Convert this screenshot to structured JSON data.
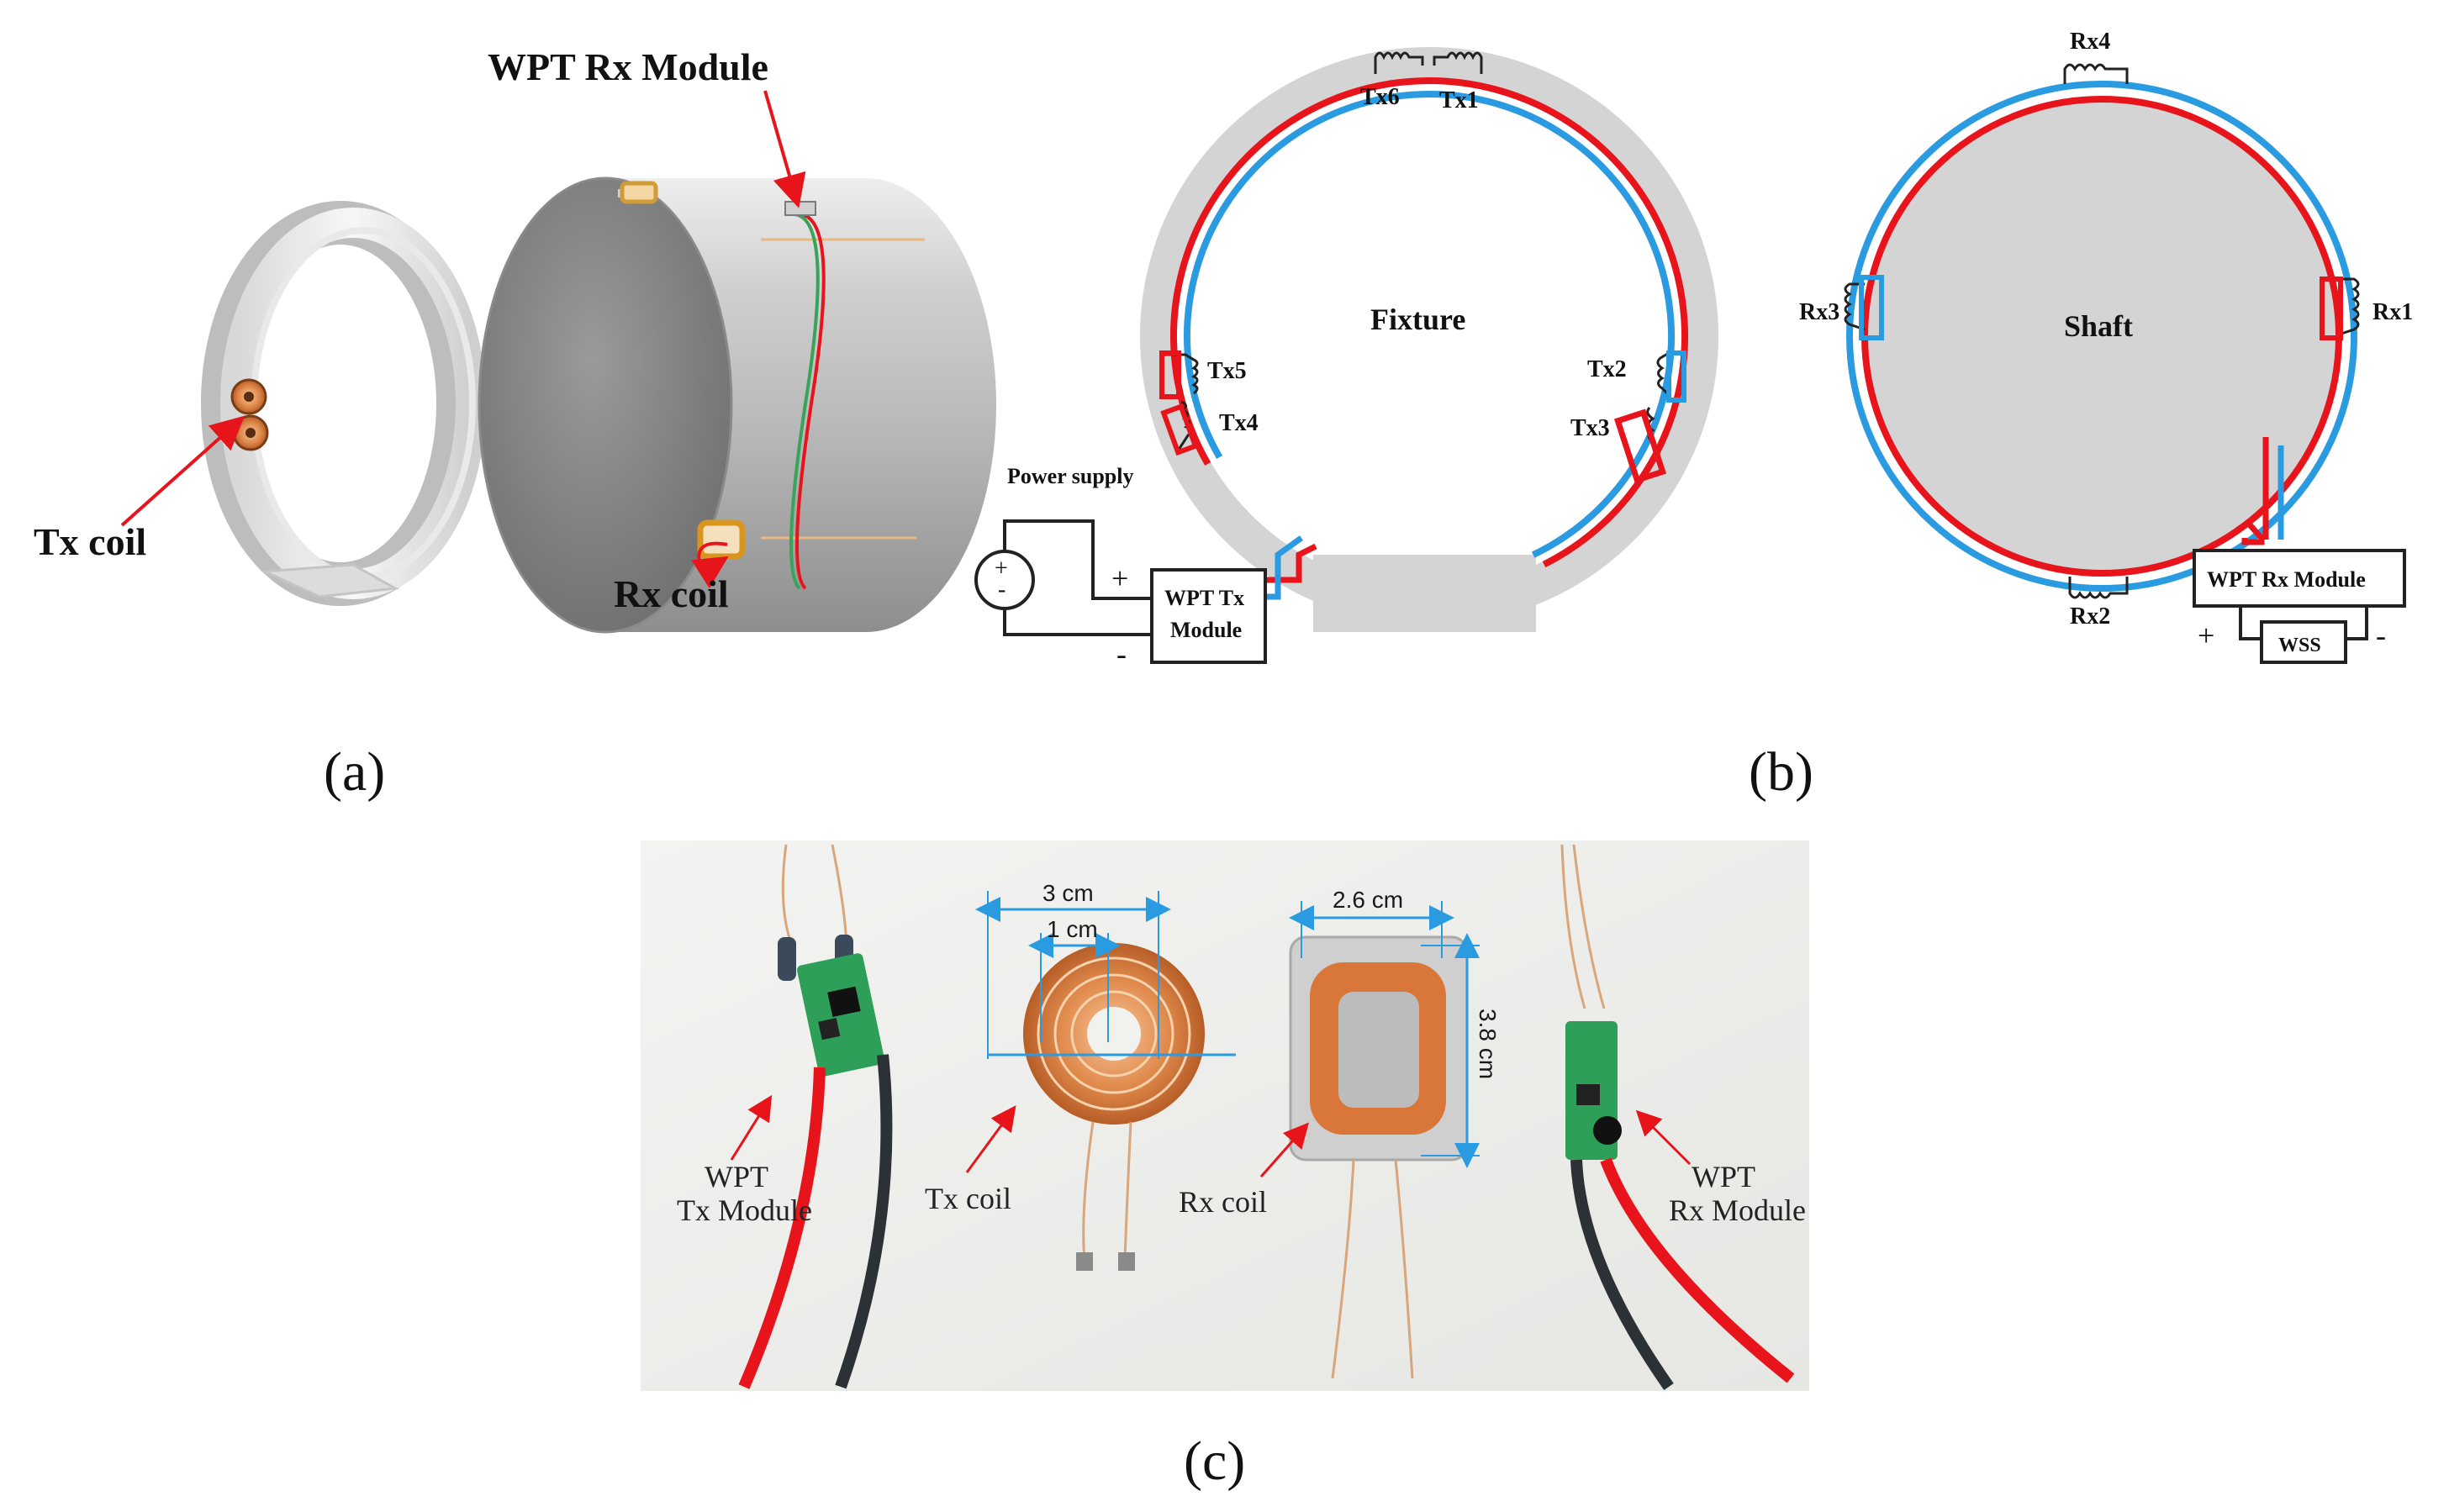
{
  "panel_a": {
    "caption": "(a)",
    "labels": {
      "tx_coil": "Tx coil",
      "rx_coil": "Rx coil",
      "wpt_rx_module": "WPT Rx Module"
    }
  },
  "panel_b": {
    "caption": "(b)",
    "fixture": {
      "center_label": "Fixture",
      "power_supply": "Power supply",
      "tx_module_line1": "WPT Tx",
      "tx_module_line2": "Module",
      "plus": "+",
      "minus": "-",
      "tx_coils": [
        "Tx1",
        "Tx2",
        "Tx3",
        "Tx4",
        "Tx5",
        "Tx6"
      ]
    },
    "shaft": {
      "center_label": "Shaft",
      "rx_module": "WPT Rx Module",
      "sensor": "WSS",
      "plus": "+",
      "minus": "-",
      "rx_coils": [
        "Rx1",
        "Rx2",
        "Rx3",
        "Rx4"
      ]
    },
    "colors": {
      "red_wire": "#e8141c",
      "blue_wire": "#2a9be0",
      "fixture_fill": "#d4d4d4"
    }
  },
  "panel_c": {
    "caption": "(c)",
    "labels": {
      "tx_module_line1": "WPT",
      "tx_module_line2": "Tx Module",
      "tx_coil": "Tx coil",
      "rx_coil": "Rx coil",
      "rx_module_line1": "WPT",
      "rx_module_line2": "Rx Module"
    },
    "dimensions": {
      "tx_outer": "3 cm",
      "tx_inner": "1 cm",
      "rx_width": "2.6 cm",
      "rx_height": "3.8 cm"
    }
  }
}
